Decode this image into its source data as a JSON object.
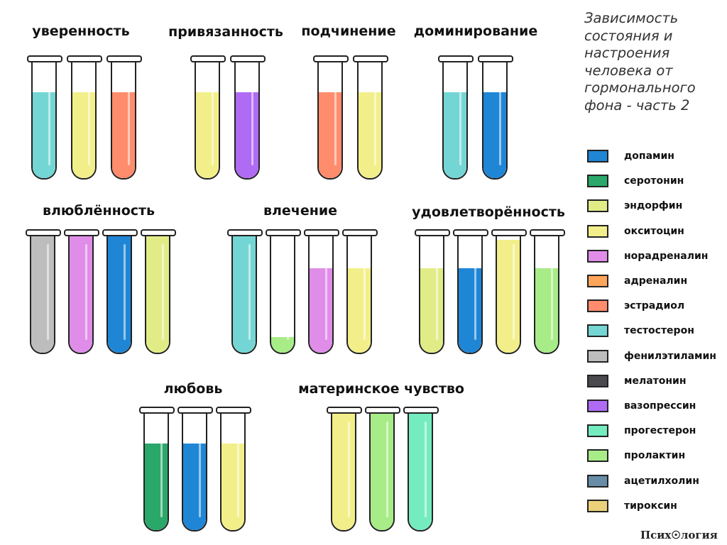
{
  "caption": "Зависимость состояния и настроения человека от гормонального фона - часть 2",
  "brand": "Псих☉логия",
  "legend": [
    {
      "name": "допамин",
      "color": "#1f86d6"
    },
    {
      "name": "серотонин",
      "color": "#2aa86a"
    },
    {
      "name": "эндорфин",
      "color": "#e2ec87"
    },
    {
      "name": "окситоцин",
      "color": "#f2ef8a"
    },
    {
      "name": "норадреналин",
      "color": "#e08de9"
    },
    {
      "name": "адреналин",
      "color": "#ffa55a"
    },
    {
      "name": "эстрадиол",
      "color": "#ff8c6c"
    },
    {
      "name": "тестостерон",
      "color": "#74d6d4"
    },
    {
      "name": "фенилэтиламин",
      "color": "#bdbdbd"
    },
    {
      "name": "мелатонин",
      "color": "#4a4a4e"
    },
    {
      "name": "вазопрессин",
      "color": "#b06bf5"
    },
    {
      "name": "прогестерон",
      "color": "#74ecc0"
    },
    {
      "name": "пролактин",
      "color": "#a8ec88"
    },
    {
      "name": "ацетилхолин",
      "color": "#678da8"
    },
    {
      "name": "тироксин",
      "color": "#ecd07a"
    }
  ],
  "groups": [
    {
      "title": "уверенность",
      "tubes": [
        {
          "hormone": "тестостерон",
          "level": 0.73
        },
        {
          "hormone": "окситоцин",
          "level": 0.73
        },
        {
          "hormone": "эстрадиол",
          "level": 0.73
        }
      ]
    },
    {
      "title": "привязанность",
      "tubes": [
        {
          "hormone": "окситоцин",
          "level": 0.73
        },
        {
          "hormone": "вазопрессин",
          "level": 0.73
        }
      ]
    },
    {
      "title": "подчинение",
      "tubes": [
        {
          "hormone": "эстрадиол",
          "level": 0.73
        },
        {
          "hormone": "окситоцин",
          "level": 0.73
        }
      ]
    },
    {
      "title": "доминирование",
      "tubes": [
        {
          "hormone": "тестостерон",
          "level": 0.73
        },
        {
          "hormone": "допамин",
          "level": 0.73
        }
      ]
    },
    {
      "title": "влюблённость",
      "tubes": [
        {
          "hormone": "фенилэтиламин",
          "level": 1.0
        },
        {
          "hormone": "норадреналин",
          "level": 1.0
        },
        {
          "hormone": "допамин",
          "level": 1.0
        },
        {
          "hormone": "эндорфин",
          "level": 1.0
        }
      ]
    },
    {
      "title": "влечение",
      "tubes": [
        {
          "hormone": "тестостерон",
          "level": 1.0
        },
        {
          "hormone": "пролактин",
          "level": 0.13
        },
        {
          "hormone": "норадреналин",
          "level": 0.71
        },
        {
          "hormone": "окситоцин",
          "level": 0.71
        }
      ]
    },
    {
      "title": "удовлетворённость",
      "tubes": [
        {
          "hormone": "эндорфин",
          "level": 0.71
        },
        {
          "hormone": "допамин",
          "level": 0.71
        },
        {
          "hormone": "окситоцин",
          "level": 0.95
        },
        {
          "hormone": "пролактин",
          "level": 0.71
        }
      ]
    },
    {
      "title": "любовь",
      "tubes": [
        {
          "hormone": "серотонин",
          "level": 0.73
        },
        {
          "hormone": "допамин",
          "level": 0.73
        },
        {
          "hormone": "окситоцин",
          "level": 0.73
        }
      ]
    },
    {
      "title": "материнское чувство",
      "tubes": [
        {
          "hormone": "окситоцин",
          "level": 0.99
        },
        {
          "hormone": "пролактин",
          "level": 0.99
        },
        {
          "hormone": "прогестерон",
          "level": 0.99
        }
      ]
    }
  ]
}
